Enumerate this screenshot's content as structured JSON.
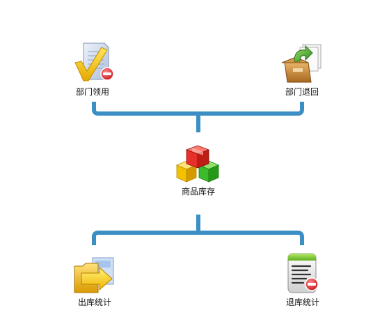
{
  "colors": {
    "connector": "#3b8fc4"
  },
  "nodes": {
    "dept_use": {
      "label": "部门领用",
      "icon": "checked-document-remove-icon"
    },
    "dept_return": {
      "label": "部门退回",
      "icon": "box-return-arrow-icon"
    },
    "inventory": {
      "label": "商品库存",
      "icon": "stacked-boxes-icon"
    },
    "out_stats": {
      "label": "出库统计",
      "icon": "folder-export-arrow-icon"
    },
    "return_stats": {
      "label": "退库统计",
      "icon": "list-document-remove-icon"
    }
  }
}
